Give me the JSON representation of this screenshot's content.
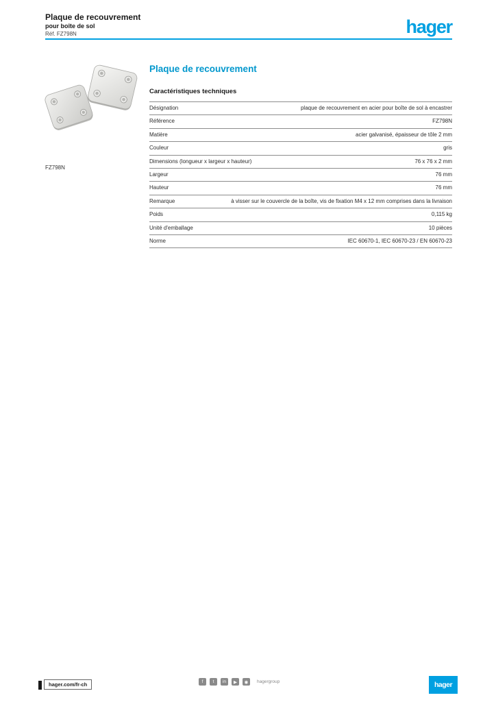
{
  "page": {
    "type": "product-datasheet"
  },
  "colors": {
    "brand_blue": "#00a0e1",
    "title_teal": "#0097cd"
  },
  "header": {
    "title_line1": "Plaque de recouvrement",
    "title_line2": "pour boîte de sol",
    "reference_line": "Réf. FZ798N",
    "logo_text": "hager"
  },
  "product": {
    "image_caption_reference": "FZ798N",
    "title": "Plaque de recouvrement",
    "section_title": "Caractéristiques techniques"
  },
  "specs": {
    "rows": [
      {
        "label": "Désignation",
        "value": "plaque de recouvrement en acier pour boîte de sol à encastrer"
      },
      {
        "label": "Référence",
        "value": "FZ798N"
      },
      {
        "label": "Matière",
        "value": "acier galvanisé, épaisseur de tôle 2 mm"
      },
      {
        "label": "Couleur",
        "value": "gris"
      },
      {
        "label": "Dimensions (longueur x largeur x hauteur)",
        "value": "76 x 76 x 2 mm"
      },
      {
        "label": "Largeur",
        "value": "76 mm"
      },
      {
        "label": "Hauteur",
        "value": "76 mm"
      },
      {
        "label": "Remarque",
        "value": "à visser sur le couvercle de la boîte, vis de fixation M4 x 12 mm comprises dans la livraison"
      },
      {
        "label": "Poids",
        "value": "0,115 kg"
      },
      {
        "label": "Unité d'emballage",
        "value": "10 pièces"
      },
      {
        "label": "Norme",
        "value": "IEC 60670-1, IEC 60670-23 / EN 60670-23"
      }
    ]
  },
  "footer": {
    "website": "hager.com/fr-ch",
    "social_caption": "hagergroup",
    "social": [
      {
        "name": "facebook-icon",
        "glyph": "f"
      },
      {
        "name": "twitter-icon",
        "glyph": "t"
      },
      {
        "name": "linkedin-icon",
        "glyph": "in"
      },
      {
        "name": "youtube-icon",
        "glyph": "▶"
      },
      {
        "name": "instagram-icon",
        "glyph": "◉"
      }
    ],
    "logo_text": "hager"
  }
}
